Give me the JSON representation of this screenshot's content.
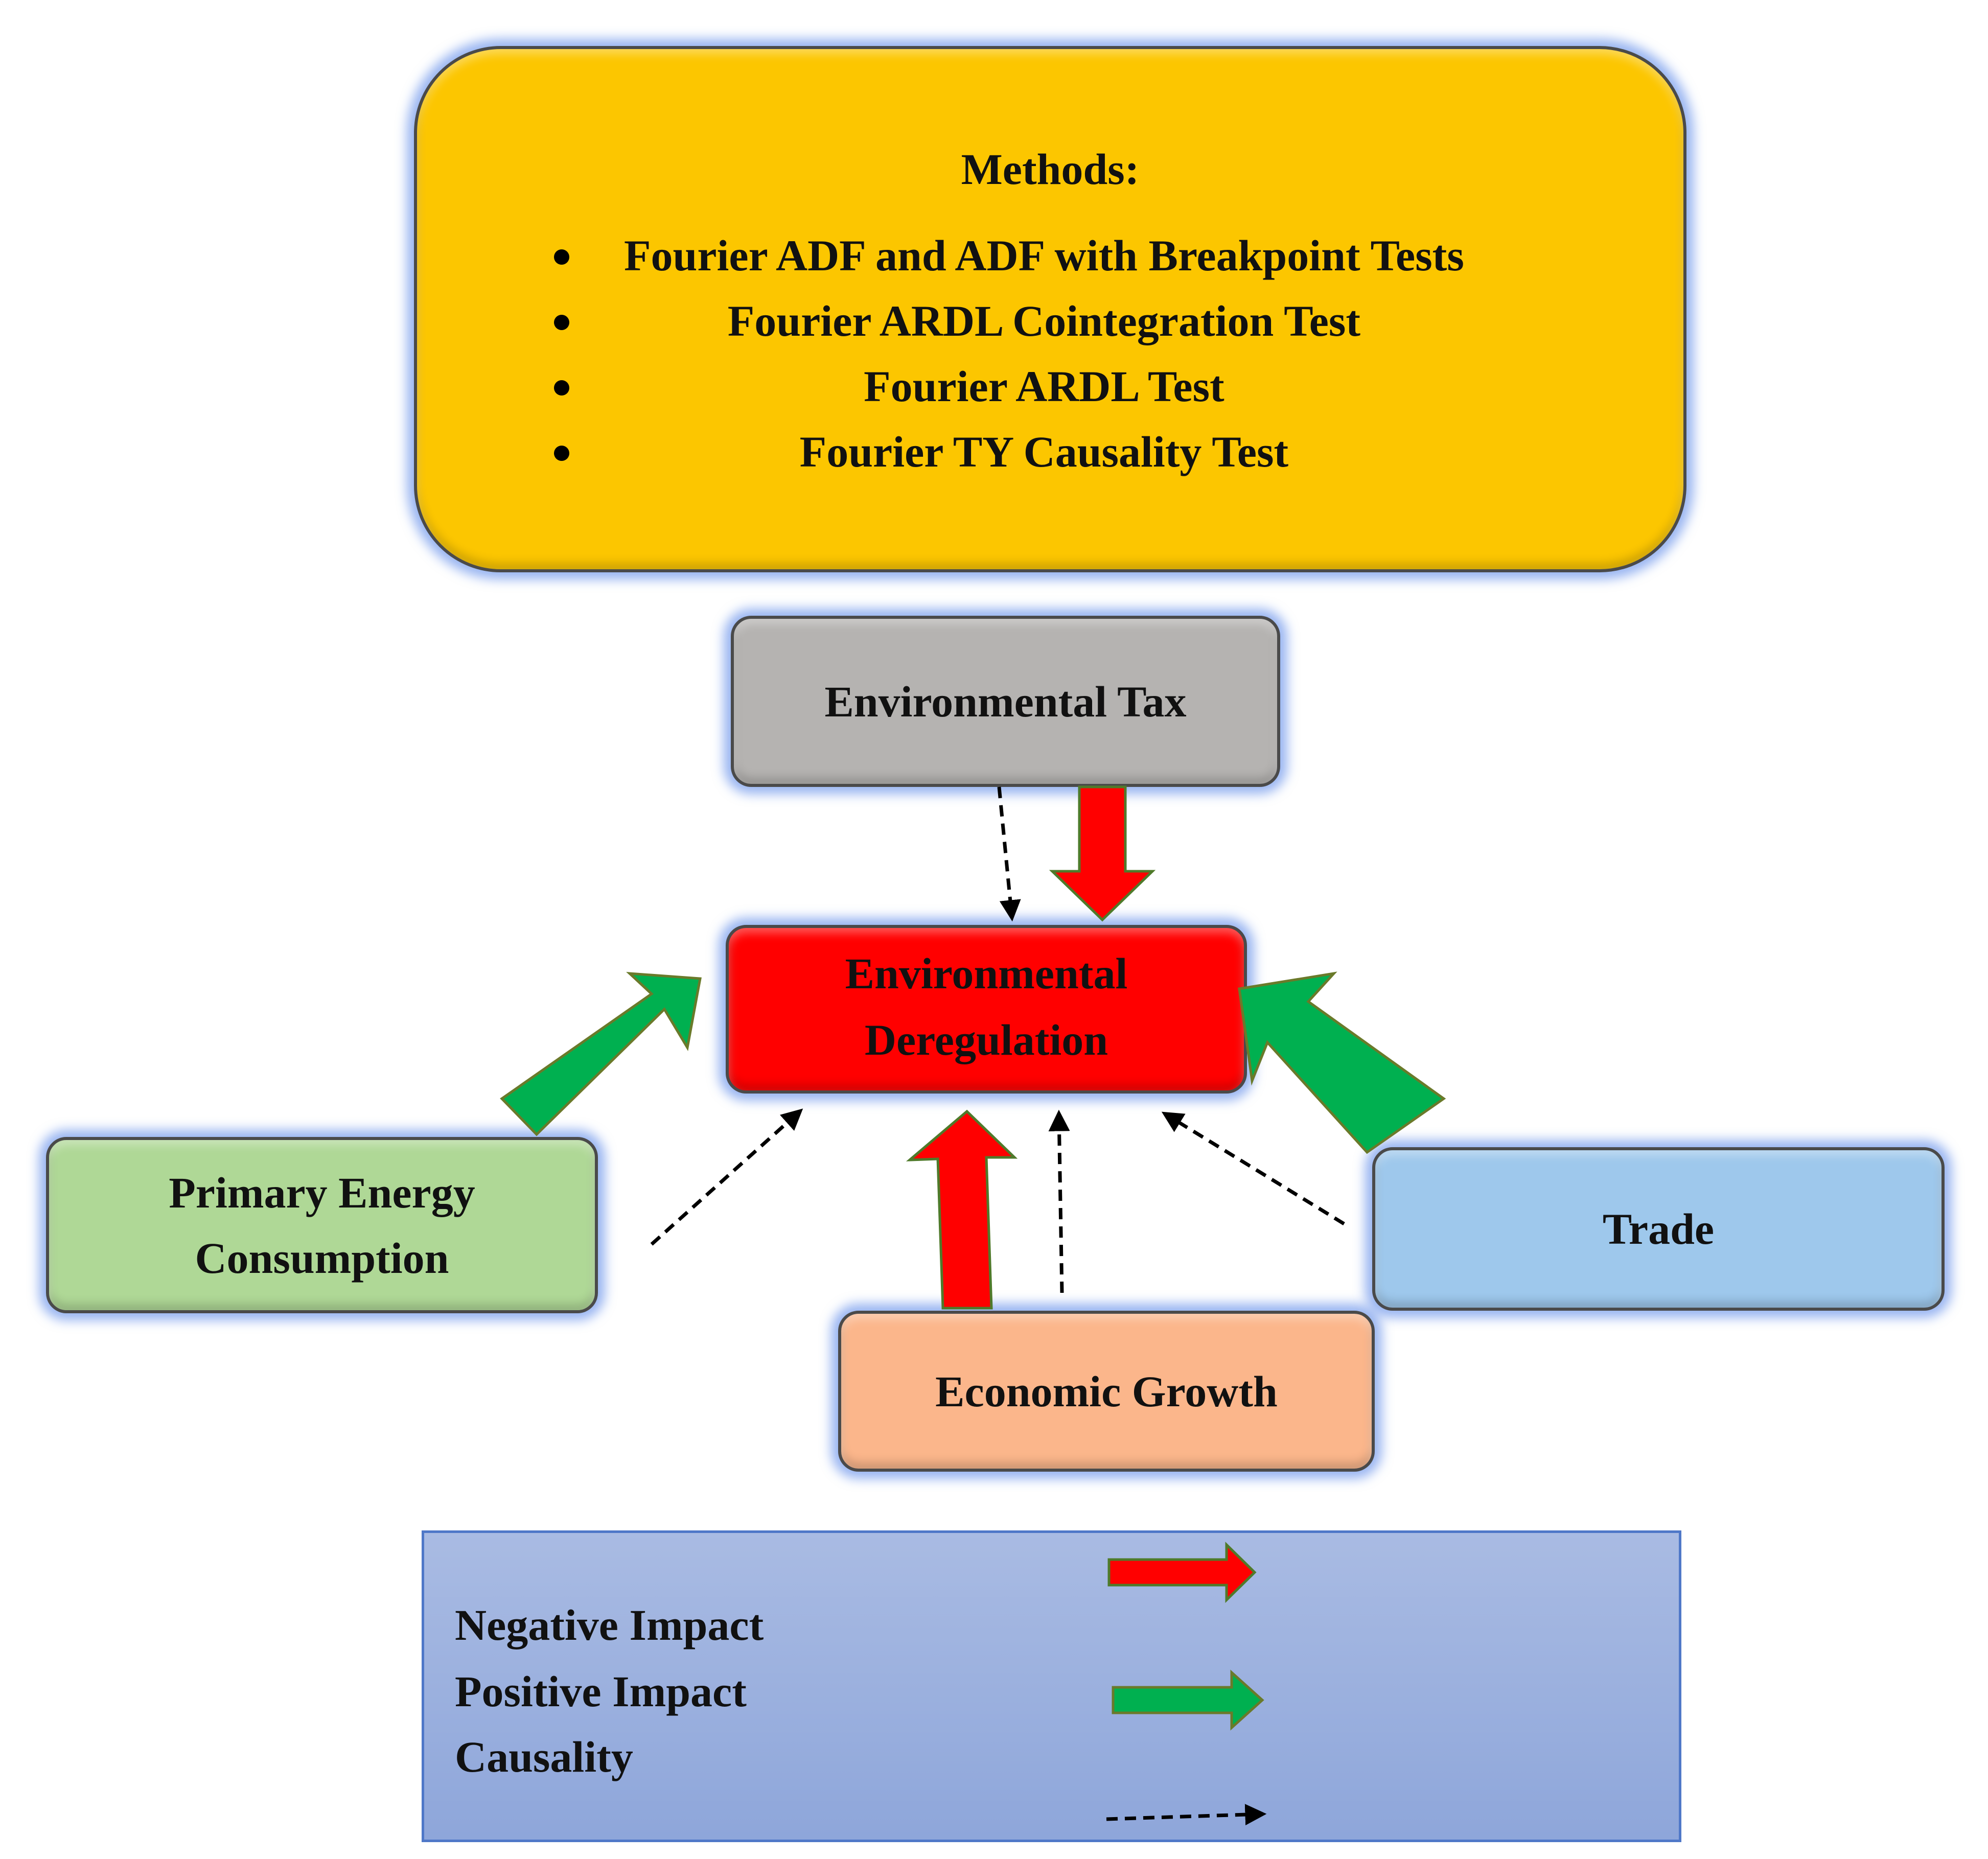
{
  "methods": {
    "title": "Methods:",
    "items": [
      "Fourier ADF and ADF with Breakpoint Tests",
      "Fourier ARDL Cointegration Test",
      "Fourier ARDL Test",
      "Fourier TY Causality Test"
    ]
  },
  "nodes": {
    "environmental_tax": "Environmental Tax",
    "environmental_deregulation": [
      "Environmental",
      "Deregulation"
    ],
    "primary_energy_consumption": [
      "Primary Energy",
      "Consumption"
    ],
    "trade": "Trade",
    "economic_growth": "Economic Growth"
  },
  "legend": {
    "negative_impact": "Negative Impact",
    "positive_impact": "Positive Impact",
    "causality": "Causality"
  },
  "colors": {
    "methods_fill": "#fcc600",
    "tax_fill": "#b5b3b1",
    "dereg_fill": "#ff0000",
    "energy_fill": "#afd896",
    "trade_fill": "#9ec8ec",
    "growth_fill": "#fbb68b",
    "negative_arrow": "#ff0000",
    "positive_arrow": "#00b050",
    "glow": "#4678e6"
  },
  "relations": [
    {
      "from": "environmental_tax",
      "to": "environmental_deregulation",
      "type": "negative"
    },
    {
      "from": "environmental_tax",
      "to": "environmental_deregulation",
      "type": "causality"
    },
    {
      "from": "primary_energy_consumption",
      "to": "environmental_deregulation",
      "type": "positive"
    },
    {
      "from": "primary_energy_consumption",
      "to": "environmental_deregulation",
      "type": "causality"
    },
    {
      "from": "trade",
      "to": "environmental_deregulation",
      "type": "positive"
    },
    {
      "from": "trade",
      "to": "environmental_deregulation",
      "type": "causality"
    },
    {
      "from": "economic_growth",
      "to": "environmental_deregulation",
      "type": "negative"
    },
    {
      "from": "economic_growth",
      "to": "environmental_deregulation",
      "type": "causality"
    }
  ]
}
